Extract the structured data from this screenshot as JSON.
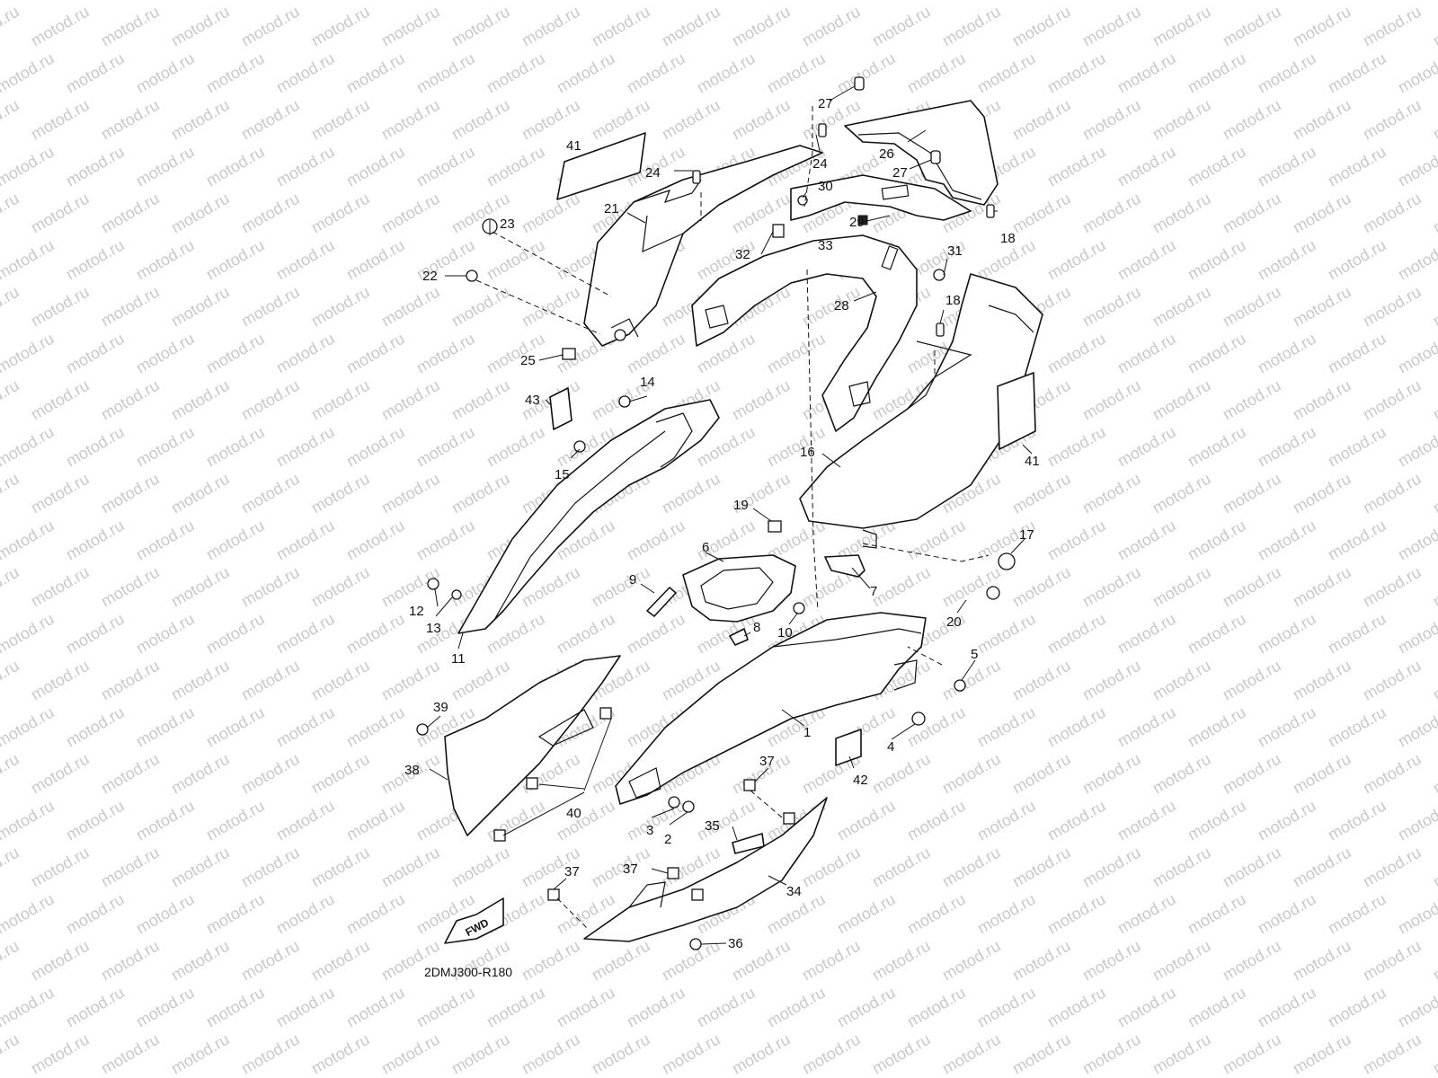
{
  "watermark": "motod.ru",
  "diagram_code": "2DMJ300-R180",
  "fwd_label": "FWD",
  "callouts": [
    {
      "id": "c27a",
      "text": "27"
    },
    {
      "id": "c27b",
      "text": "27"
    },
    {
      "id": "c26",
      "text": "26"
    },
    {
      "id": "c24a",
      "text": "24"
    },
    {
      "id": "c24b",
      "text": "24"
    },
    {
      "id": "c41a",
      "text": "41"
    },
    {
      "id": "c21",
      "text": "21"
    },
    {
      "id": "c23",
      "text": "23"
    },
    {
      "id": "c22",
      "text": "22"
    },
    {
      "id": "c25",
      "text": "25"
    },
    {
      "id": "c30",
      "text": "30"
    },
    {
      "id": "c29",
      "text": "29"
    },
    {
      "id": "c18a",
      "text": "18"
    },
    {
      "id": "c18b",
      "text": "18"
    },
    {
      "id": "c32",
      "text": "32"
    },
    {
      "id": "c33",
      "text": "33"
    },
    {
      "id": "c31",
      "text": "31"
    },
    {
      "id": "c28",
      "text": "28"
    },
    {
      "id": "c43",
      "text": "43"
    },
    {
      "id": "c14",
      "text": "14"
    },
    {
      "id": "c15",
      "text": "15"
    },
    {
      "id": "c16",
      "text": "16"
    },
    {
      "id": "c41b",
      "text": "41"
    },
    {
      "id": "c19",
      "text": "19"
    },
    {
      "id": "c17",
      "text": "17"
    },
    {
      "id": "c6",
      "text": "6"
    },
    {
      "id": "c9",
      "text": "9"
    },
    {
      "id": "c7",
      "text": "7"
    },
    {
      "id": "c20",
      "text": "20"
    },
    {
      "id": "c12",
      "text": "12"
    },
    {
      "id": "c13",
      "text": "13"
    },
    {
      "id": "c8",
      "text": "8"
    },
    {
      "id": "c10",
      "text": "10"
    },
    {
      "id": "c11",
      "text": "11"
    },
    {
      "id": "c5",
      "text": "5"
    },
    {
      "id": "c39",
      "text": "39"
    },
    {
      "id": "c1",
      "text": "1"
    },
    {
      "id": "c4",
      "text": "4"
    },
    {
      "id": "c38",
      "text": "38"
    },
    {
      "id": "c37a",
      "text": "37"
    },
    {
      "id": "c42",
      "text": "42"
    },
    {
      "id": "c40",
      "text": "40"
    },
    {
      "id": "c3",
      "text": "3"
    },
    {
      "id": "c2",
      "text": "2"
    },
    {
      "id": "c35",
      "text": "35"
    },
    {
      "id": "c37b",
      "text": "37"
    },
    {
      "id": "c37c",
      "text": "37"
    },
    {
      "id": "c34",
      "text": "34"
    },
    {
      "id": "c36",
      "text": "36"
    }
  ]
}
